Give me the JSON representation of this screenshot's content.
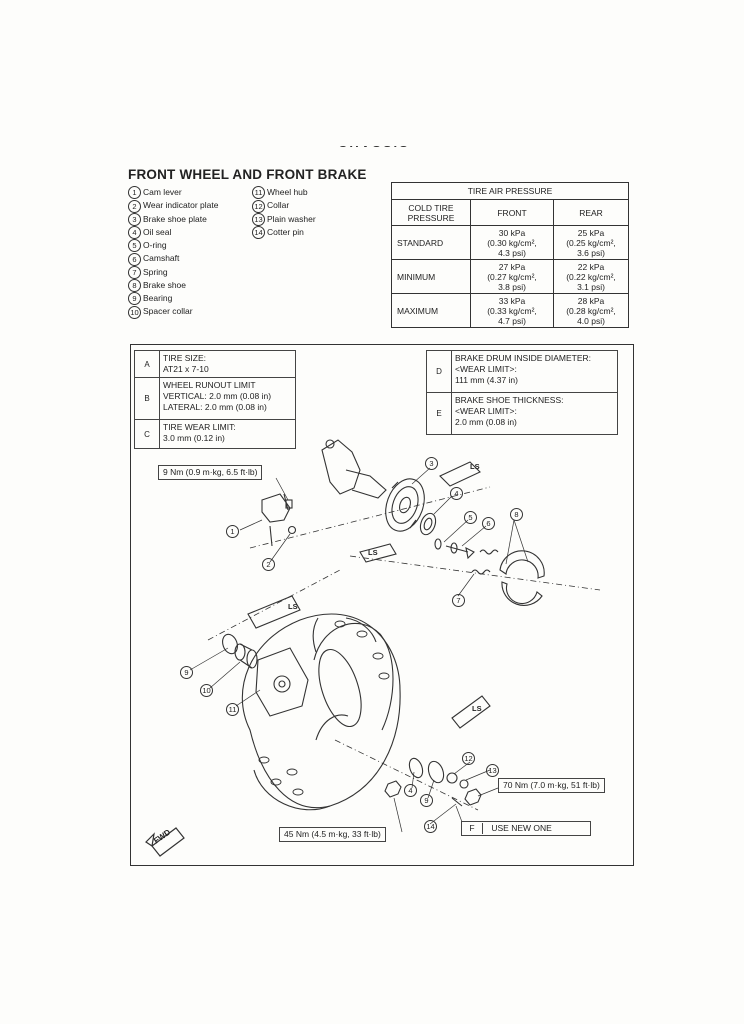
{
  "section": {
    "cut_header": "CHASSIS",
    "title": "FRONT WHEEL AND FRONT BRAKE"
  },
  "parts_left": [
    {
      "n": "1",
      "label": "Cam lever"
    },
    {
      "n": "2",
      "label": "Wear indicator plate"
    },
    {
      "n": "3",
      "label": "Brake shoe plate"
    },
    {
      "n": "4",
      "label": "Oil seal"
    },
    {
      "n": "5",
      "label": "O-ring"
    },
    {
      "n": "6",
      "label": "Camshaft"
    },
    {
      "n": "7",
      "label": "Spring"
    },
    {
      "n": "8",
      "label": "Brake shoe"
    },
    {
      "n": "9",
      "label": "Bearing"
    },
    {
      "n": "10",
      "label": "Spacer collar"
    }
  ],
  "parts_right": [
    {
      "n": "11",
      "label": "Wheel hub"
    },
    {
      "n": "12",
      "label": "Collar"
    },
    {
      "n": "13",
      "label": "Plain washer"
    },
    {
      "n": "14",
      "label": "Cotter pin"
    }
  ],
  "pressure_table": {
    "title": "TIRE AIR PRESSURE",
    "col_header": "COLD TIRE PRESSURE",
    "col_front": "FRONT",
    "col_rear": "REAR",
    "rows": [
      {
        "label": "STANDARD",
        "front": [
          "30 kPa",
          "(0.30 kg/cm², ",
          "4.3 psi)"
        ],
        "rear": [
          "25 kPa",
          "(0.25 kg/cm², ",
          "3.6 psi)"
        ]
      },
      {
        "label": "MINIMUM",
        "front": [
          "27 kPa",
          "(0.27 kg/cm², ",
          "3.8 psi)"
        ],
        "rear": [
          "22 kPa",
          "(0.22 kg/cm², ",
          "3.1 psi)"
        ]
      },
      {
        "label": "MAXIMUM",
        "front": [
          "33 kPa",
          "(0.33 kg/cm², ",
          "4.7 psi)"
        ],
        "rear": [
          "28 kPa",
          "(0.28 kg/cm², ",
          "4.0 psi)"
        ]
      }
    ]
  },
  "specs": {
    "A": {
      "letter": "A",
      "lines": [
        "TIRE SIZE:",
        "AT21 x 7-10"
      ]
    },
    "B": {
      "letter": "B",
      "lines": [
        "WHEEL RUNOUT LIMIT",
        "VERTICAL:  2.0 mm (0.08 in)",
        "LATERAL:  2.0 mm (0.08 in)"
      ]
    },
    "C": {
      "letter": "C",
      "lines": [
        "TIRE WEAR LIMIT:",
        "3.0 mm (0.12 in)"
      ]
    },
    "D": {
      "letter": "D",
      "lines": [
        "BRAKE DRUM INSIDE DIAMETER:",
        "<WEAR LIMIT>:",
        "111 mm (4.37 in)"
      ]
    },
    "E": {
      "letter": "E",
      "lines": [
        "BRAKE SHOE THICKNESS:",
        "<WEAR LIMIT>:",
        "2.0 mm (0.08 in)"
      ]
    }
  },
  "callouts": {
    "torque_cam": "9 Nm (0.9 m·kg, 6.5 ft·lb)",
    "torque_axle_nut": "70 Nm (7.0 m·kg, 51 ft·lb)",
    "torque_hub": "45 Nm (4.5 m·kg, 33 ft·lb)",
    "f_letter": "F",
    "f_text": "USE NEW ONE",
    "fwd": "FWD",
    "ls": "LS"
  },
  "diagram_numbers": [
    "1",
    "2",
    "3",
    "4",
    "5",
    "6",
    "7",
    "8",
    "9",
    "10",
    "11",
    "12",
    "13",
    "14"
  ]
}
